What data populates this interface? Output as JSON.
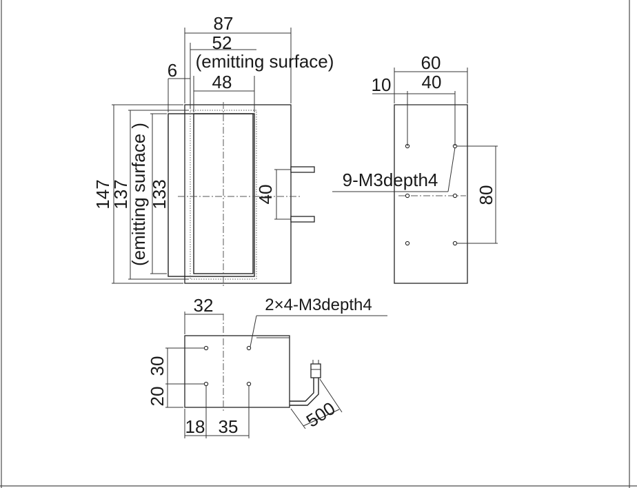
{
  "front_view": {
    "width_total": "87",
    "emitting_width": "52",
    "emitting_label": "(emitting surface)",
    "offset": "6",
    "inner_width": "48",
    "height_total": "147",
    "emitting_height": "137",
    "emitting_height_label": "(emitting surface )",
    "inner_height": "133",
    "connector_spacing": "40"
  },
  "side_view": {
    "width_total": "60",
    "offset": "10",
    "hole_spacing_x": "40",
    "hole_spacing_y": "80",
    "hole_callout": "9-M3depth4"
  },
  "bottom_view": {
    "hole_callout": "2×4-M3depth4",
    "offset_x": "32",
    "spacing_y1": "30",
    "spacing_y2": "20",
    "offset_bottom": "18",
    "spacing_bottom": "35",
    "cable_length": "500"
  }
}
